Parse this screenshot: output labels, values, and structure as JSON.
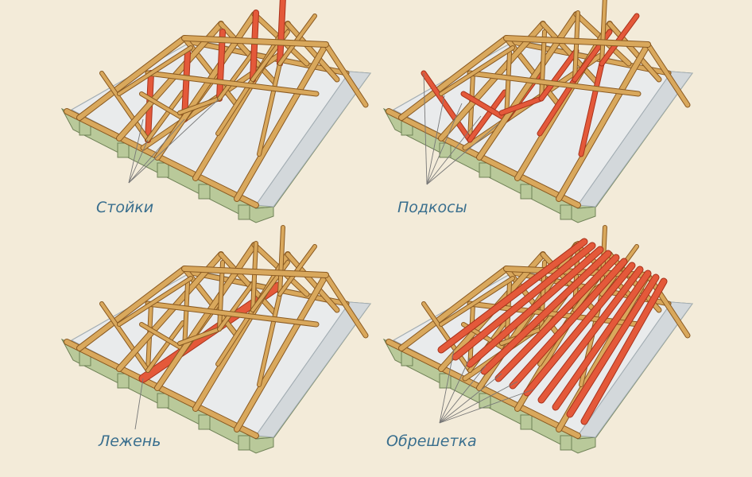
{
  "colors": {
    "background": "#f3ebd9",
    "timber": "#d9a85c",
    "timber_edge": "#8a5a22",
    "highlight": "#e4593a",
    "highlight_edge": "#a8321c",
    "slab": "#e9ebec",
    "slab_edge": "#a3adb3",
    "wall": "#b9c99a",
    "wall_edge": "#6f8257",
    "label": "#3a6f8e",
    "leader": "#777777"
  },
  "panels": [
    {
      "id": "stoyki",
      "label": "Стойки",
      "highlight": "posts"
    },
    {
      "id": "podkosy",
      "label": "Подкосы",
      "highlight": "struts"
    },
    {
      "id": "lezhen",
      "label": "Лежень",
      "highlight": "beam"
    },
    {
      "id": "obreshetka",
      "label": "Обрешетка",
      "highlight": "battens"
    }
  ]
}
